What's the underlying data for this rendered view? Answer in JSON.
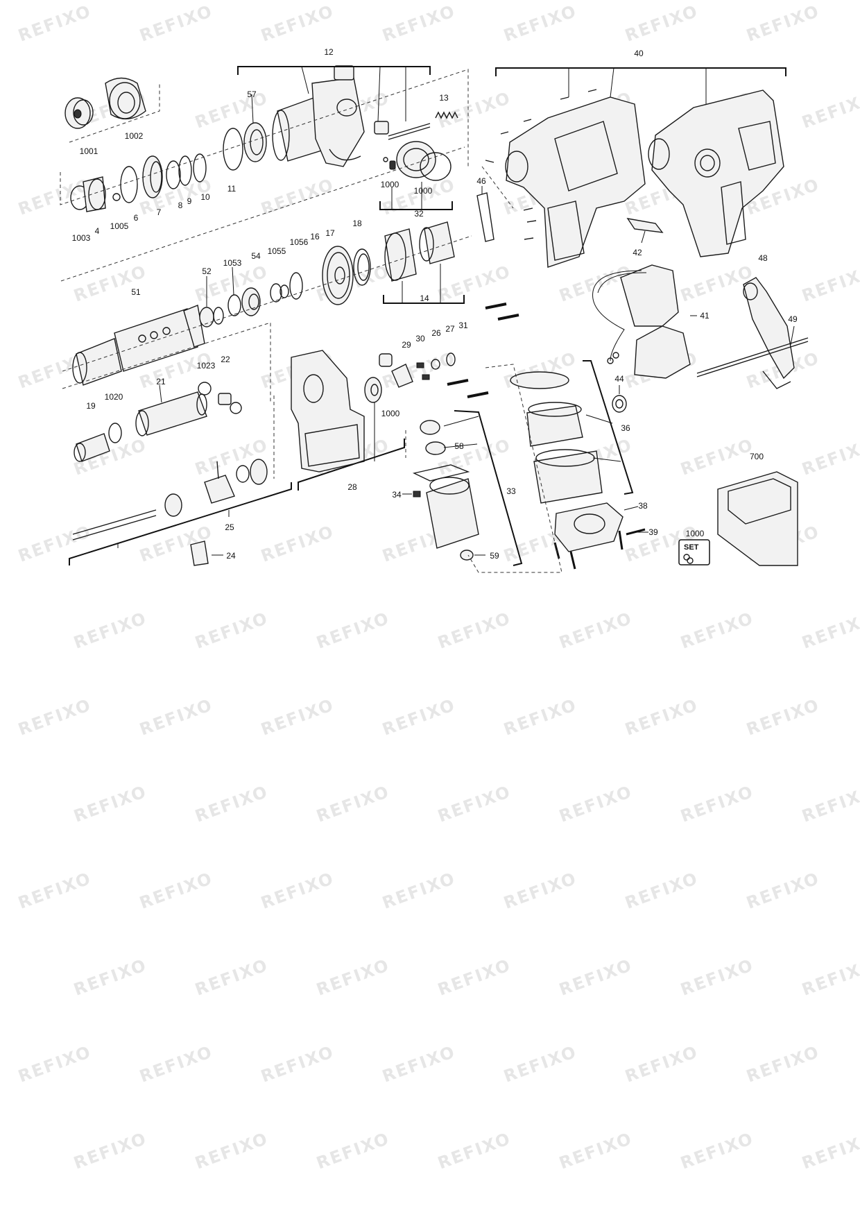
{
  "watermark": "REFIXO",
  "set_badge": {
    "label": "SET"
  },
  "labels": [
    "12",
    "40",
    "57",
    "13",
    "1001",
    "1002",
    "11",
    "1000",
    "1000",
    "32",
    "46",
    "1003",
    "4",
    "1005",
    "6",
    "7",
    "8",
    "9",
    "10",
    "42",
    "48",
    "51",
    "52",
    "1053",
    "54",
    "1055",
    "1056",
    "16",
    "17",
    "18",
    "14",
    "41",
    "49",
    "1023",
    "22",
    "21",
    "19",
    "1020",
    "29",
    "30",
    "26",
    "27",
    "31",
    "1000",
    "44",
    "36",
    "58",
    "33",
    "34",
    "28",
    "25",
    "24",
    "59",
    "38",
    "39",
    "700",
    "1000"
  ]
}
